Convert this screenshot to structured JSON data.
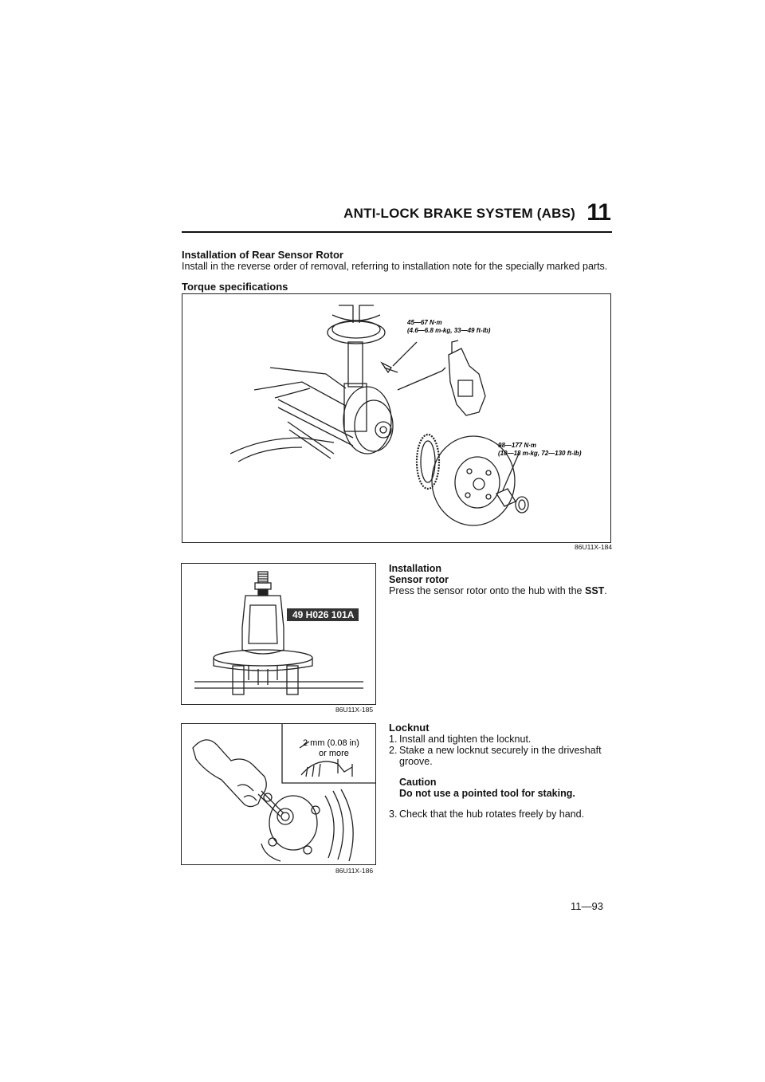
{
  "header": {
    "title": "ANTI-LOCK BRAKE SYSTEM (ABS)",
    "chapter_number": "11"
  },
  "section": {
    "title": "Installation of Rear Sensor Rotor",
    "body": "Install in the reverse order of removal, referring to installation note for the specially marked parts."
  },
  "torque": {
    "title": "Torque specifications",
    "spec_upper_line1": "45—67 N·m",
    "spec_upper_line2": "(4.6—6.8 m-kg, 33—49 ft-lb)",
    "spec_lower_line1": "98—177 N·m",
    "spec_lower_line2": "(10—18 m-kg, 72—130 ft-lb)",
    "figure_code": "86U11X-184"
  },
  "installation": {
    "heading": "Installation",
    "subheading": "Sensor rotor",
    "body_prefix": "Press the sensor rotor onto the hub with the ",
    "body_bold": "SST",
    "body_suffix": ".",
    "tool_label": "49 H026 101A",
    "figure_code": "86U11X-185"
  },
  "locknut": {
    "heading": "Locknut",
    "steps": [
      "Install and tighten the locknut.",
      "Stake a new locknut securely in the driveshaft groove.",
      "Check that the hub rotates freely by hand."
    ],
    "step_numbers": [
      "1.",
      "2.",
      "3."
    ],
    "caution_title": "Caution",
    "caution_text": "Do not use a pointed tool for staking.",
    "dim_line1": "2 mm (0.08 in)",
    "dim_line2": "or more",
    "figure_code": "86U11X-186"
  },
  "page_number": "11—93"
}
